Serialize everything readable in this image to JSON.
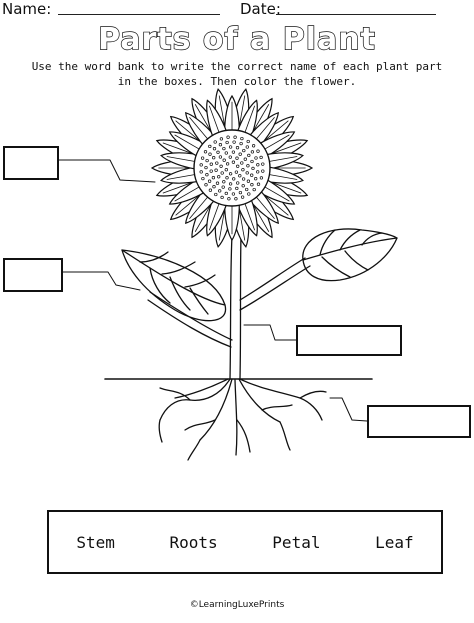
{
  "header": {
    "name_label": "Name:",
    "date_label": "Date:"
  },
  "title": "Parts of a Plant",
  "instructions": "Use the word bank to write the correct name of each plant part in the boxes. Then color the flower.",
  "word_bank": [
    "Stem",
    "Roots",
    "Petal",
    "Leaf"
  ],
  "credit": "©LearningLuxePrints"
}
